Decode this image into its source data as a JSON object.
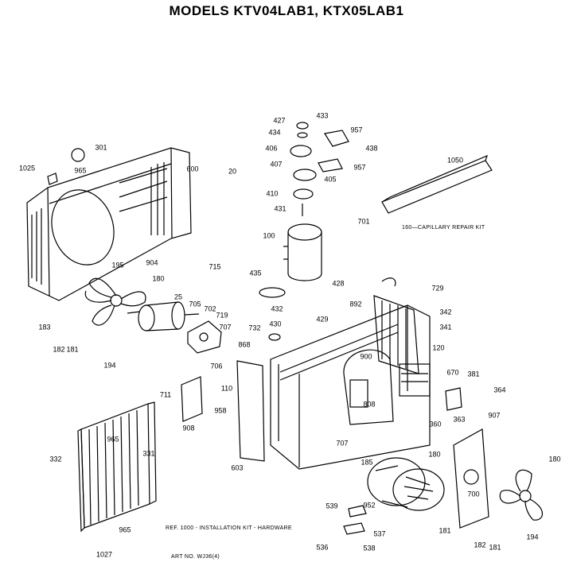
{
  "title": "MODELS KTV04LAB1, KTX05LAB1",
  "notes": {
    "capillary": "160—CAPILLARY REPAIR KIT",
    "installation": "REF. 1000 - INSTALLATION KIT - HARDWARE",
    "art": "ART NO. WJ36(4)"
  },
  "labels": [
    "301",
    "1025",
    "965",
    "600",
    "427",
    "434",
    "406",
    "407",
    "20",
    "410",
    "431",
    "100",
    "433",
    "957",
    "438",
    "957",
    "405",
    "701",
    "1050",
    "195",
    "904",
    "715",
    "180",
    "25",
    "705",
    "702",
    "719",
    "707",
    "183",
    "182",
    "181",
    "194",
    "732",
    "430",
    "429",
    "435",
    "432",
    "428",
    "729",
    "892",
    "868",
    "706",
    "342",
    "341",
    "120",
    "900",
    "670",
    "381",
    "364",
    "711",
    "110",
    "958",
    "908",
    "808",
    "360",
    "363",
    "907",
    "965",
    "332",
    "331",
    "603",
    "707",
    "185",
    "180",
    "180",
    "700",
    "539",
    "952",
    "537",
    "538",
    "536",
    "181",
    "182",
    "181",
    "194",
    "965",
    "1027"
  ]
}
